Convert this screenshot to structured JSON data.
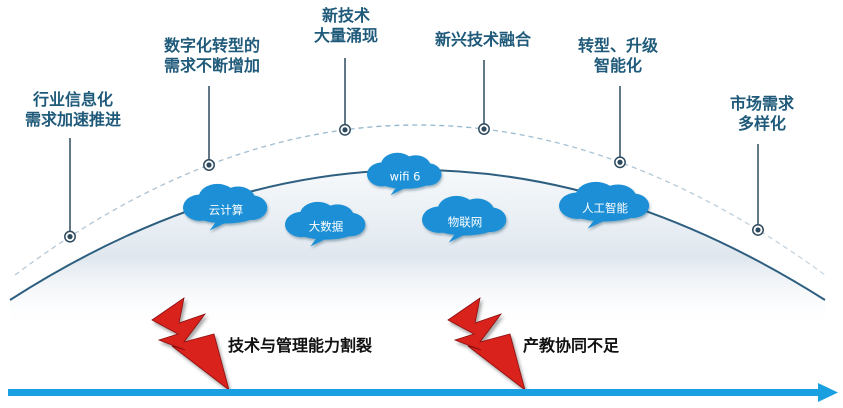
{
  "drivers": [
    {
      "lines": [
        "行业信息化",
        "需求加速推进"
      ]
    },
    {
      "lines": [
        "数字化转型的",
        "需求不断增加"
      ]
    },
    {
      "lines": [
        "新技术",
        "大量涌现"
      ]
    },
    {
      "lines": [
        "新兴技术融合"
      ]
    },
    {
      "lines": [
        "转型、升级",
        "智能化"
      ]
    },
    {
      "lines": [
        "市场需求",
        "多样化"
      ]
    }
  ],
  "technologies": [
    "云计算",
    "大数据",
    "wifi 6",
    "物联网",
    "人工智能"
  ],
  "challenges": [
    "技术与管理能力割裂",
    "产教协同不足"
  ],
  "colors": {
    "label_text": "#1f5a7a",
    "dome_outline": "#2e5f80",
    "connector": "#2e4a5f",
    "cloud_fill": "#1a8fd6",
    "lightning_fill": "#d9201c",
    "lightning_shadow": "#8a1010",
    "timeline_arrow": "#1aa0e0"
  }
}
